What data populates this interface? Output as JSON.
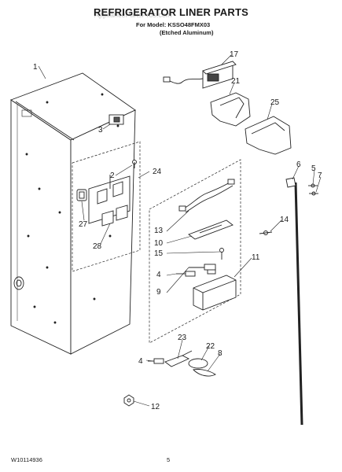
{
  "header": {
    "title": "REFRIGERATOR LINER PARTS",
    "model": "For Model: KSSO48FMX03",
    "variant": "(Etched Aluminum)",
    "watermark": "AppliancePartsPros.com"
  },
  "footer": {
    "doc_number": "W10114936",
    "page": "5"
  },
  "callouts": {
    "c1": "1",
    "c2": "2",
    "c3": "3",
    "c4a": "4",
    "c4b": "4",
    "c5": "5",
    "c6": "6",
    "c7": "7",
    "c8": "8",
    "c9": "9",
    "c10": "10",
    "c11": "11",
    "c12": "12",
    "c13": "13",
    "c14": "14",
    "c15": "15",
    "c17": "17",
    "c21": "21",
    "c22": "22",
    "c23": "23",
    "c24": "24",
    "c25": "25",
    "c27": "27",
    "c28": "28"
  }
}
